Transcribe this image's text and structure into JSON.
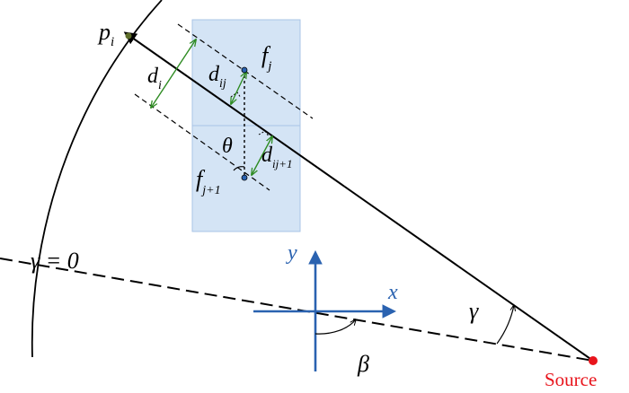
{
  "labels": {
    "p": "p",
    "p_sub": "i",
    "d_i": "d",
    "d_i_sub": "i",
    "d_ij": "d",
    "d_ij_sub": "ij",
    "f_j": "f",
    "f_j_sub": "j",
    "theta": "θ",
    "f_j1": "f",
    "f_j1_sub": "j+1",
    "d_ij1": "d",
    "d_ij1_sub": "ij+1",
    "gamma_zero": "γ = 0",
    "axis_y": "y",
    "axis_x": "x",
    "gamma": "γ",
    "beta": "β",
    "source": "Source"
  },
  "colors": {
    "pixel_fill": "#d4e4f5",
    "pixel_stroke": "#a9c4e6",
    "distance": "#2e8b22",
    "axis": "#2a62b0",
    "axis_label": "#2a62b0",
    "source": "#e8141c",
    "line": "#000000",
    "node_fill": "#5e6e2a",
    "node_center": "#2a62b0"
  }
}
